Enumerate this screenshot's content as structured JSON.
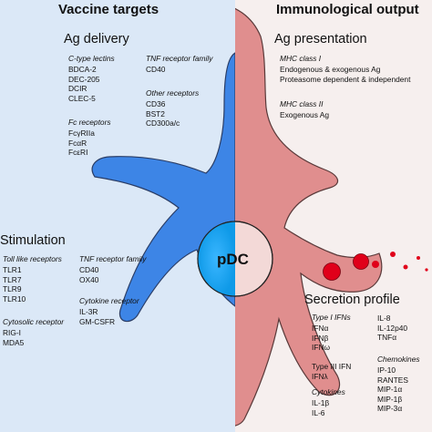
{
  "headings": {
    "vaccine_targets": "Vaccine targets",
    "immunological_output": "Immunological output"
  },
  "sections": {
    "ag_delivery": "Ag delivery",
    "ag_presentation": "Ag presentation",
    "stimulation": "Stimulation",
    "secretion_profile": "Secretion profile"
  },
  "cell_label": "pDC",
  "ag_delivery": {
    "ctype": {
      "title": "C-type lectins",
      "items": [
        "BDCA-2",
        "DEC-205",
        "DCIR",
        "CLEC-5"
      ]
    },
    "fc": {
      "title": "Fc receptors",
      "items": [
        "FcγRIIa",
        "FcαR",
        "FcεRI"
      ]
    },
    "tnf": {
      "title": "TNF receptor family",
      "items": [
        "CD40"
      ]
    },
    "other": {
      "title": "Other receptors",
      "items": [
        "CD36",
        "BST2",
        "CD300a/c"
      ]
    }
  },
  "ag_presentation": {
    "mhc1": {
      "title": "MHC class I",
      "items": [
        "Endogenous & exogenous Ag",
        "Proteasome dependent & independent"
      ]
    },
    "mhc2": {
      "title": "MHC class II",
      "items": [
        "Exogenous Ag"
      ]
    }
  },
  "stimulation": {
    "toll": {
      "title": "Toll like receptors",
      "items": [
        "TLR1",
        "TLR7",
        "TLR9",
        "TLR10"
      ]
    },
    "cyto": {
      "title": "Cytosolic receptor",
      "items": [
        "RIG-I",
        "MDA5"
      ]
    },
    "tnf": {
      "title": "TNF receptor family",
      "items": [
        "CD40",
        "OX40"
      ]
    },
    "cytokine": {
      "title": "Cytokine receptor",
      "items": [
        "IL-3R",
        "GM-CSFR"
      ]
    }
  },
  "secretion": {
    "type1": {
      "title": "Type I IFNs",
      "items": [
        "IFNα",
        "IFNβ",
        "IFNω"
      ]
    },
    "type3": {
      "items": [
        "Type III IFN",
        "IFNλ"
      ]
    },
    "cytokines": {
      "title": "Cytokines",
      "items": [
        "IL-1β",
        "IL-6"
      ]
    },
    "col2": {
      "items": [
        "IL-8",
        "IL-12p40",
        "TNFα"
      ]
    },
    "chemokines": {
      "title": "Chemokines",
      "items": [
        "IP-10",
        "RANTES",
        "MIP-1α",
        "MIP-1β",
        "MIP-3α"
      ]
    }
  },
  "colors": {
    "left_bg": "#dbe8f7",
    "right_bg": "#f6efee",
    "cell_blue": "#3d85e6",
    "cell_pink": "#e08e8e",
    "secretion_dot": "#e0001a"
  }
}
